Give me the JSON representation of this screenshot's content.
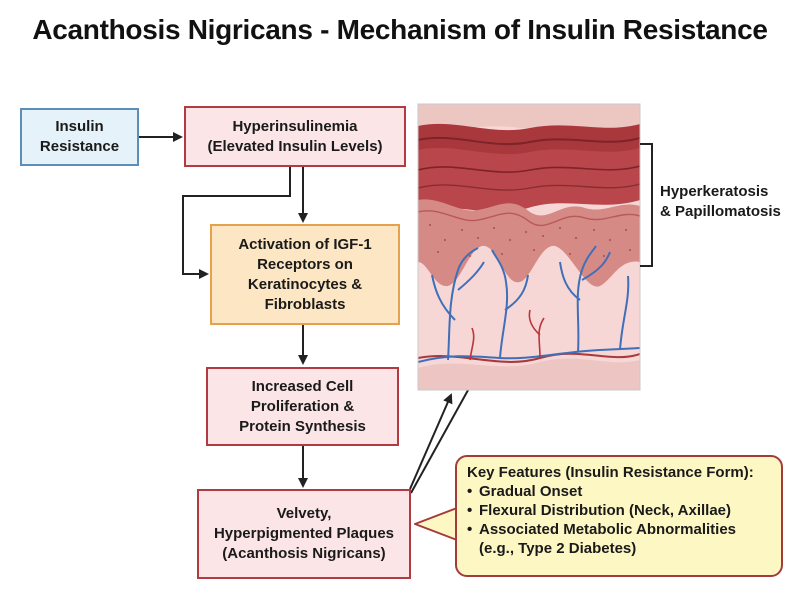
{
  "title": "Acanthosis Nigricans - Mechanism of Insulin Resistance",
  "nodes": {
    "insulin_resistance": "Insulin\nResistance",
    "hyperinsulinemia": "Hyperinsulinemia\n(Elevated Insulin Levels)",
    "igf1_activation": "Activation of IGF-1\nReceptors on\nKeratinocytes &\nFibroblasts",
    "cell_proliferation": "Increased Cell\nProliferation &\nProtein Synthesis",
    "plaques": "Velvety,\nHyperpigmented Plaques\n(Acanthosis Nigricans)"
  },
  "skin_label": "Hyperkeratosis\n& Papillomatosis",
  "key_features": {
    "heading": "Key Features (Insulin Resistance Form):",
    "items": [
      "Gradual Onset",
      "Flexural Distribution (Neck, Axillae)",
      "Associated Metabolic Abnormalities (e.g., Type 2 Diabetes)"
    ]
  },
  "colors": {
    "blue_border": "#5b8fb9",
    "red_border": "#b23a41",
    "orange_border": "#e5a14d",
    "arrow": "#222222"
  }
}
